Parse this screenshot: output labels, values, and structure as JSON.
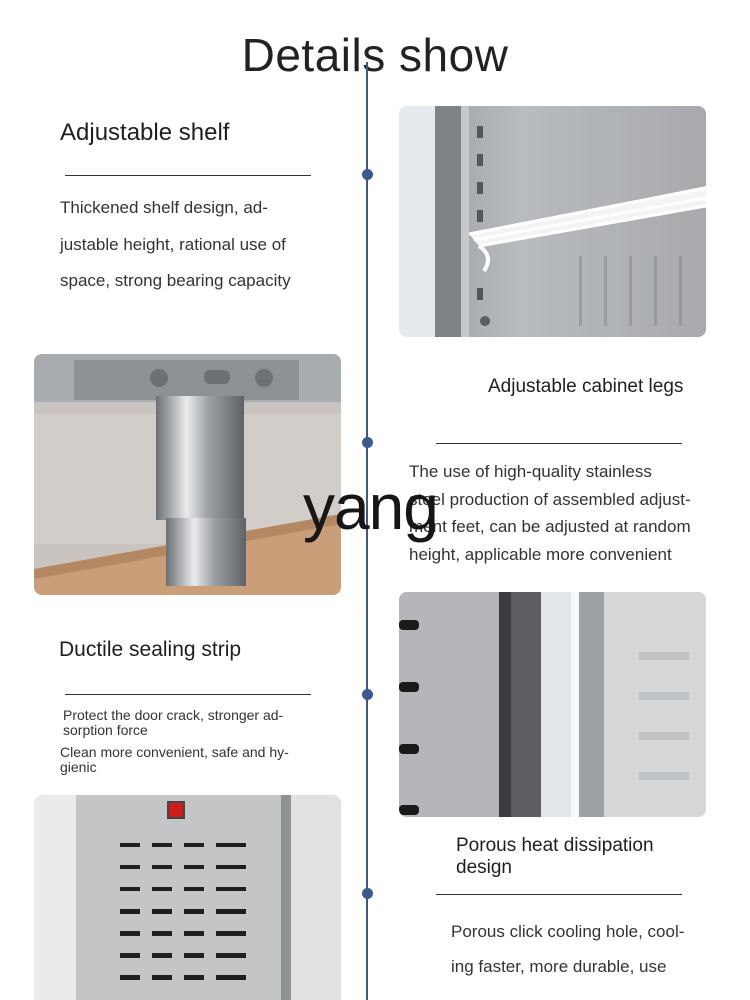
{
  "page": {
    "title": "Details show",
    "watermark": "yang"
  },
  "sections": [
    {
      "heading": "Adjustable shelf",
      "body": [
        "Thickened shelf design, ad-",
        "justable height, rational use of",
        "space, strong bearing capacity"
      ]
    },
    {
      "heading": "Adjustable cabinet legs",
      "body": [
        "The use of high-quality stainless",
        "steel production of assembled adjust-",
        "ment feet, can be adjusted at random",
        "height, applicable more convenient"
      ]
    },
    {
      "heading": "Ductile sealing strip",
      "body": [
        "Protect the door crack, stronger ad-",
        "sorption force",
        "Clean more convenient, safe and hy-",
        "gienic"
      ]
    },
    {
      "heading": "Porous heat dissipation design",
      "body": [
        "Porous click cooling hole, cool-",
        "ing faster, more durable, use"
      ]
    }
  ],
  "colors": {
    "timeline": "#3f5a86",
    "dot": "#3a5a8f",
    "indicator_light": "#d11a1a"
  }
}
